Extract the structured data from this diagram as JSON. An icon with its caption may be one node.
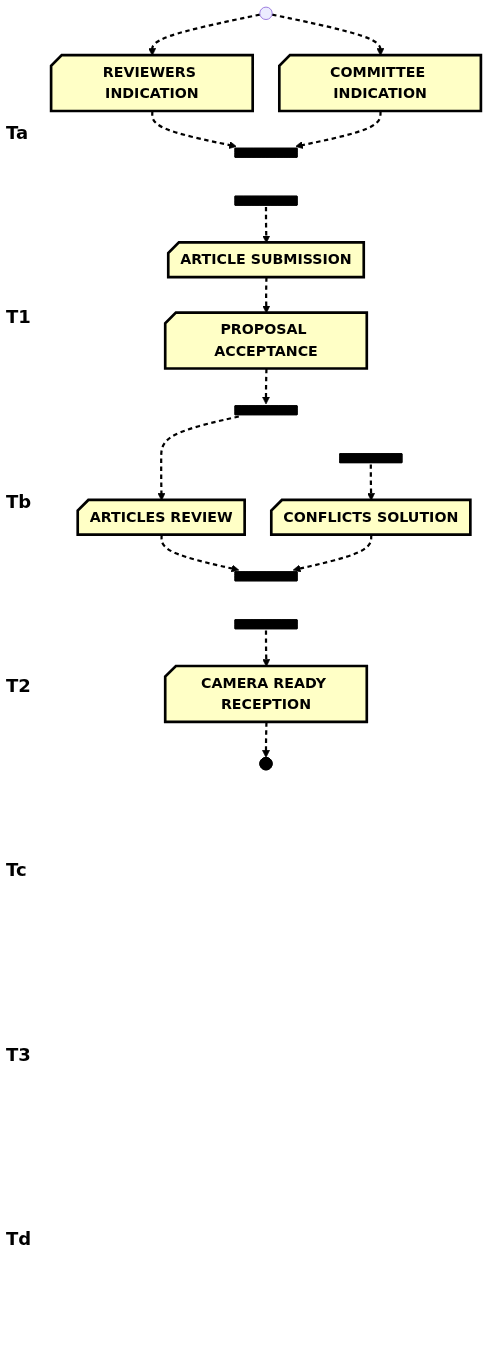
{
  "diagram": {
    "nodes": [
      {
        "text": [],
        "shape": "circle"
      },
      {
        "text": [
          "REVIEWERS INDICATION"
        ]
      },
      {
        "text": [
          "COMMITTEE INDICATION"
        ]
      },
      {
        "text": [],
        "shape": "bar"
      },
      {
        "text": [],
        "shape": "bar"
      },
      {
        "text": [
          "ARTICLE SUBMISSION"
        ]
      },
      {
        "text": [
          "PROPOSAL ACCEPTANCE"
        ]
      },
      {
        "text": [],
        "shape": "bar"
      },
      {
        "text": [],
        "shape": "bar"
      },
      {
        "text": [
          "ARTICLES REVIEW"
        ]
      },
      {
        "text": [
          "CONFLICTS SOLUTION"
        ]
      },
      {
        "text": [],
        "shape": "bar"
      },
      {
        "text": [],
        "shape": "bar"
      },
      {
        "text": [
          "CAMERA READY RECEPTION"
        ]
      },
      {
        "text": [],
        "shape": "circle"
      }
    ],
    "edges": [
      {
        "from": 0,
        "to": 1,
        "arrow": "to",
        "style": "dashed"
      },
      {
        "from": 0,
        "to": 2,
        "arrow": "to",
        "style": "dashed"
      },
      {
        "from": 1,
        "to": 3,
        "arrow": "to",
        "style": "dashed"
      },
      {
        "from": 2,
        "to": 3,
        "arrow": "to",
        "style": "dashed"
      },
      {
        "from": 4,
        "to": 5,
        "arrow": "to",
        "style": "dashed"
      },
      {
        "from": 5,
        "to": 6,
        "arrow": "to",
        "style": "dashed"
      },
      {
        "from": 6,
        "to": 7,
        "arrow": "to",
        "style": "dashed"
      },
      {
        "from": 7,
        "to": 9,
        "arrow": "to",
        "style": "dashed"
      },
      {
        "from": 8,
        "to": 10,
        "arrow": "to",
        "style": "dashed"
      },
      {
        "from": 9,
        "to": 11,
        "arrow": "to",
        "style": "dashed"
      },
      {
        "from": 10,
        "to": 11,
        "arrow": "to",
        "style": "dashed"
      },
      {
        "from": 12,
        "to": 13,
        "arrow": "to",
        "style": "dashed"
      },
      {
        "from": 13,
        "to": 14,
        "arrow": "to",
        "style": "dashed"
      }
    ],
    "labels": [
      "Ta",
      "T1",
      "Tb",
      "T2",
      "Tc",
      "T3",
      "Td"
    ]
  }
}
